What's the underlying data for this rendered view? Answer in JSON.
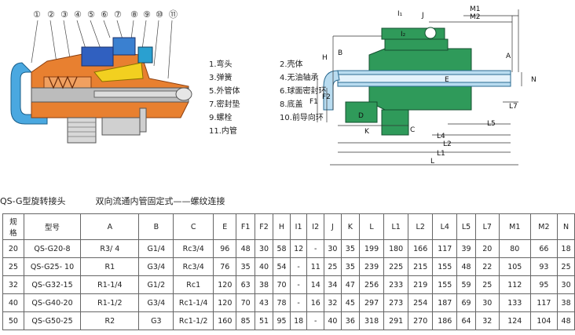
{
  "legend": [
    [
      "1.弯头",
      "2.壳体"
    ],
    [
      "3.弹簧",
      "4.无油轴承"
    ],
    [
      "5.外管体",
      "6.球面密封环"
    ],
    [
      "7.密封垫",
      "8.底盖"
    ],
    [
      "9.螺栓",
      "10.前导向环"
    ],
    [
      "11.内管",
      ""
    ]
  ],
  "callouts": [
    "①",
    "②",
    "③",
    "④",
    "⑤",
    "⑥",
    "⑦",
    "⑧",
    "⑨",
    "⑩",
    "⑪"
  ],
  "dims": {
    "I1": "I₁",
    "J": "J",
    "M1": "M1",
    "M2": "M2",
    "I2": "I₂",
    "H": "H",
    "B": "B",
    "A": "A",
    "E": "E",
    "N": "N",
    "F1": "F1",
    "F2": "F2",
    "L7": "L7",
    "D": "D",
    "C": "C",
    "L5": "L5",
    "L4": "L4",
    "K": "K",
    "L2": "L2",
    "L1": "L1",
    "L": "L"
  },
  "caption": {
    "model": "QS-G型旋转接头",
    "desc": "双向流通内管固定式——螺纹连接"
  },
  "table": {
    "headers": [
      "规\n格",
      "型号",
      "A",
      "B",
      "C",
      "E",
      "F1",
      "F2",
      "H",
      "I1",
      "I2",
      "J",
      "K",
      "L",
      "L1",
      "L2",
      "L4",
      "L5",
      "L7",
      "M1",
      "M2",
      "N"
    ],
    "rows": [
      [
        "20",
        "QS-G20-8",
        "R3/ 4",
        "G1/4",
        "Rc3/4",
        "96",
        "48",
        "30",
        "58",
        "12",
        "-",
        "30",
        "35",
        "199",
        "180",
        "166",
        "117",
        "39",
        "20",
        "80",
        "66",
        "18"
      ],
      [
        "25",
        "QS-G25- 10",
        "R1",
        "G3/4",
        "Rc3/4",
        "76",
        "35",
        "40",
        "54",
        "-",
        "11",
        "25",
        "35",
        "239",
        "225",
        "215",
        "155",
        "48",
        "22",
        "105",
        "93",
        "25"
      ],
      [
        "32",
        "QS-G32-15",
        "R1-1/4",
        "G1/2",
        "Rc1",
        "120",
        "63",
        "38",
        "70",
        "-",
        "14",
        "34",
        "47",
        "256",
        "233",
        "219",
        "155",
        "59",
        "25",
        "112",
        "95",
        "30"
      ],
      [
        "40",
        "QS-G40-20",
        "R1-1/2",
        "G3/4",
        "Rc1-1/4",
        "120",
        "70",
        "43",
        "78",
        "-",
        "16",
        "32",
        "45",
        "297",
        "273",
        "254",
        "187",
        "69",
        "30",
        "133",
        "117",
        "38"
      ],
      [
        "50",
        "QS-G50-25",
        "R2",
        "G3",
        "Rc1-1/2",
        "160",
        "85",
        "51",
        "95",
        "18",
        "-",
        "40",
        "36",
        "318",
        "291",
        "270",
        "186",
        "64",
        "32",
        "124",
        "104",
        "48"
      ]
    ]
  }
}
